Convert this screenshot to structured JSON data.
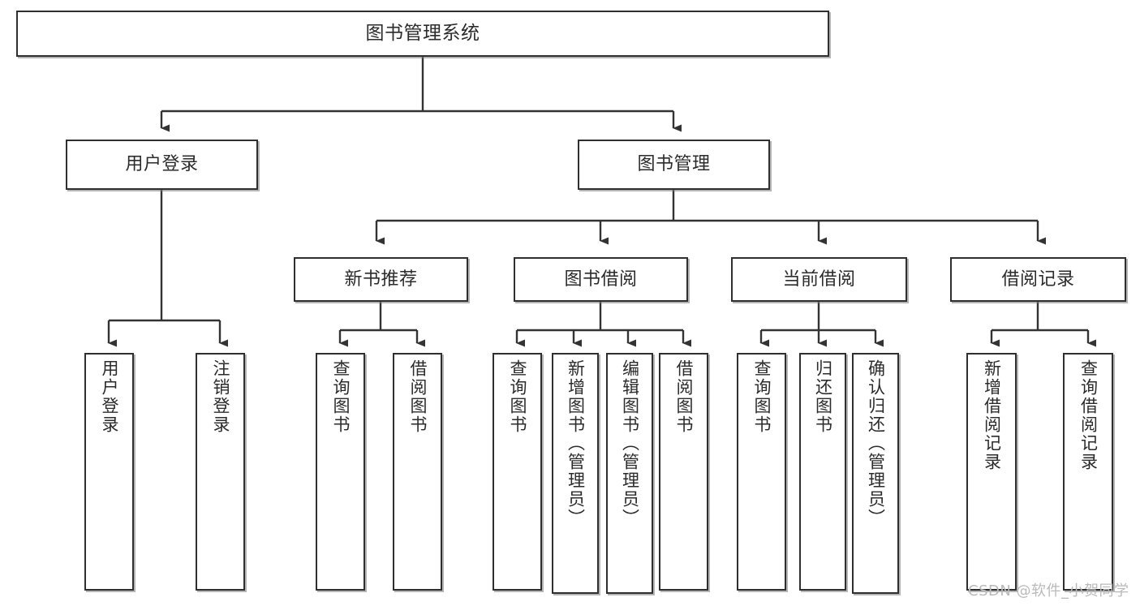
{
  "diagram": {
    "type": "tree-hierarchy",
    "title": "图书管理系统",
    "orientation": "top-down",
    "colors": {
      "box_stroke": "#2f2f2f",
      "box_fill": "#ffffff",
      "text": "#2b2b2b",
      "edge": "#333333",
      "watermark": "#b9b9b9",
      "background": "#ffffff"
    },
    "watermark": "CSDN @软件_小贺同学",
    "levels": [
      {
        "level": 0,
        "nodes": [
          {
            "id": "root",
            "label": "图书管理系统",
            "orientation": "horizontal"
          }
        ]
      },
      {
        "level": 1,
        "nodes": [
          {
            "id": "login",
            "label": "用户登录",
            "orientation": "horizontal",
            "parent": "root"
          },
          {
            "id": "bookmgmt",
            "label": "图书管理",
            "orientation": "horizontal",
            "parent": "root"
          }
        ]
      },
      {
        "level": 2,
        "nodes": [
          {
            "id": "newbook",
            "label": "新书推荐",
            "orientation": "horizontal",
            "parent": "bookmgmt"
          },
          {
            "id": "borrow",
            "label": "图书借阅",
            "orientation": "horizontal",
            "parent": "bookmgmt"
          },
          {
            "id": "current",
            "label": "当前借阅",
            "orientation": "horizontal",
            "parent": "bookmgmt"
          },
          {
            "id": "record",
            "label": "借阅记录",
            "orientation": "horizontal",
            "parent": "bookmgmt"
          }
        ]
      },
      {
        "level": 3,
        "nodes": [
          {
            "id": "leaf-user-login",
            "label": "用户登录",
            "orientation": "vertical",
            "parent": "login"
          },
          {
            "id": "leaf-user-logout",
            "label": "注销登录",
            "orientation": "vertical",
            "parent": "login"
          },
          {
            "id": "leaf-nb-query",
            "label": "查询图书",
            "orientation": "vertical",
            "parent": "newbook"
          },
          {
            "id": "leaf-nb-borrow",
            "label": "借阅图书",
            "orientation": "vertical",
            "parent": "newbook"
          },
          {
            "id": "leaf-bw-query",
            "label": "查询图书",
            "orientation": "vertical",
            "parent": "borrow"
          },
          {
            "id": "leaf-bw-add",
            "label": "新增图书（管理员）",
            "orientation": "vertical",
            "parent": "borrow"
          },
          {
            "id": "leaf-bw-edit",
            "label": "编辑图书（管理员）",
            "orientation": "vertical",
            "parent": "borrow"
          },
          {
            "id": "leaf-bw-borrow",
            "label": "借阅图书",
            "orientation": "vertical",
            "parent": "borrow"
          },
          {
            "id": "leaf-cur-query",
            "label": "查询图书",
            "orientation": "vertical",
            "parent": "current"
          },
          {
            "id": "leaf-cur-return",
            "label": "归还图书",
            "orientation": "vertical",
            "parent": "current"
          },
          {
            "id": "leaf-cur-confirm",
            "label": "确认归还（管理员）",
            "orientation": "vertical",
            "parent": "current"
          },
          {
            "id": "leaf-rec-add",
            "label": "新增借阅记录",
            "orientation": "vertical",
            "parent": "record"
          },
          {
            "id": "leaf-rec-query",
            "label": "查询借阅记录",
            "orientation": "vertical",
            "parent": "record"
          }
        ]
      }
    ]
  },
  "nodes": {
    "root": {
      "label": "图书管理系统"
    },
    "login": {
      "label": "用户登录"
    },
    "bookmgmt": {
      "label": "图书管理"
    },
    "newbook": {
      "label": "新书推荐"
    },
    "borrow": {
      "label": "图书借阅"
    },
    "current": {
      "label": "当前借阅"
    },
    "record": {
      "label": "借阅记录"
    },
    "leaf_user_login": {
      "label": "用户登录"
    },
    "leaf_user_logout": {
      "label": "注销登录"
    },
    "leaf_nb_query": {
      "label": "查询图书"
    },
    "leaf_nb_borrow": {
      "label": "借阅图书"
    },
    "leaf_bw_query": {
      "label": "查询图书"
    },
    "leaf_bw_add": {
      "label": "新增图书（管理员）"
    },
    "leaf_bw_edit": {
      "label": "编辑图书（管理员）"
    },
    "leaf_bw_borrow": {
      "label": "借阅图书"
    },
    "leaf_cur_query": {
      "label": "查询图书"
    },
    "leaf_cur_return": {
      "label": "归还图书"
    },
    "leaf_cur_confirm": {
      "label": "确认归还（管理员）"
    },
    "leaf_rec_add": {
      "label": "新增借阅记录"
    },
    "leaf_rec_query": {
      "label": "查询借阅记录"
    }
  },
  "footer": {
    "watermark": "CSDN @软件_小贺同学"
  }
}
